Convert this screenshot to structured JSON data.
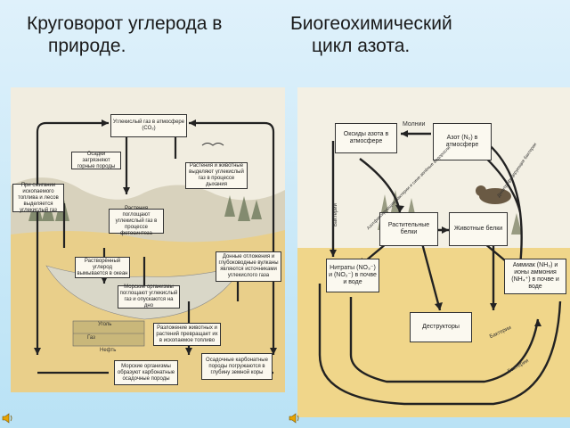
{
  "slide": {
    "title_left_line1": "Круговорот углерода в",
    "title_left_line2": "природе.",
    "title_right_line1": "Биогеохимический",
    "title_right_line2": "цикл азота."
  },
  "carbon": {
    "atmosphere": "Углекислый газ в атмосфере (CO₂)",
    "sediments": "Осадки загрязняют горные породы",
    "plants_animals_release": "Растения и животные выделяют углекислый газ в процессе дыхания",
    "burning": "При сжигании ископаемого топлива и лесов выделяется углекислый газ",
    "plants_absorb": "Растения поглощают углекислый газ в процессе фотосинтеза",
    "dissolved": "Растворённый углерод вымывается в океан",
    "sea_organisms": "Морские организмы поглощают углекислый газ и опускаются на дно",
    "dead_animals": "Разложение животных и растений превращает их в ископаемое топливо",
    "marine_organisms": "Морские организмы образуют карбонатные осадочные породы",
    "carbonate_rocks": "Осадочные карбонатные породы погружаются в глубину земной коры",
    "deep_sea": "Донные отложения и глубоководные вулканы являются источниками углекислого газа",
    "gas_label": "Газ",
    "oil_label": "Нефть",
    "coal_label": "Уголь"
  },
  "nitrogen": {
    "lightning_label": "Молнии",
    "nitrogen_oxides": "Оксиды азота в атмосфере",
    "nitrogen_atm": "Азот (N₂) в атмосфере",
    "plant_proteins": "Растительные белки",
    "animal_proteins": "Животные белки",
    "nitrates": "Нитраты (NO₃⁻) и (NO₂⁻) в почве и воде",
    "ammonia": "Аммиак (NH₃) и ионы аммония (NH₄⁺) в почве и воде",
    "destructors": "Деструкторы",
    "bacteria_label": "Бактерии",
    "denitrifying_label": "Денитрифицирующие бактерии",
    "fixing_label": "Азотфиксирующие бактерии и сине-зелёные водоросли"
  },
  "colors": {
    "sky": "#dff1fb",
    "soil": "#f2d98a",
    "water": "#f6e9b0"
  },
  "icons": [
    "speaker-icon",
    "speaker-icon"
  ]
}
